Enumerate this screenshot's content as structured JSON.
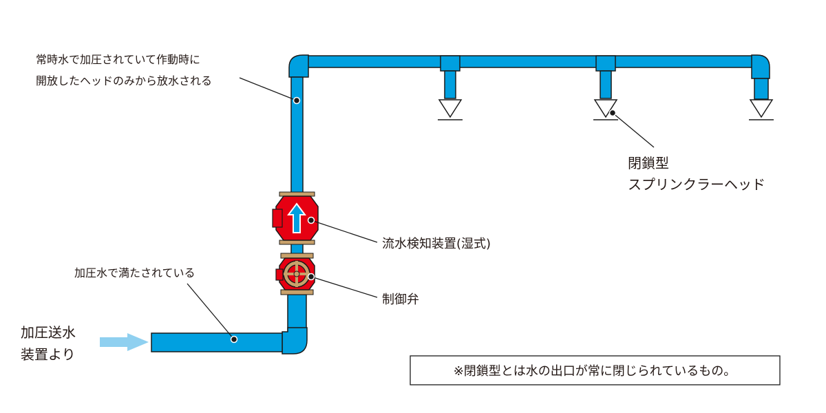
{
  "labels": {
    "pressurized_top_line1": "常時水で加圧されていて作動時に",
    "pressurized_top_line2": "開放したヘッドのみから放水される",
    "closed_head_line1": "閉鎖型",
    "closed_head_line2": "スプリンクラーヘッド",
    "flow_detector": "流水検知装置(湿式)",
    "pressurized_bottom": "加圧水で満たされている",
    "control_valve": "制御弁",
    "source_line1": "加圧送水",
    "source_line2": "装置より"
  },
  "note": "※閉鎖型とは水の出口が常に閉じられているもの。",
  "colors": {
    "pipe": "#00a0e0",
    "pipe_outline": "#1a1a1a",
    "valve_red": "#e60012",
    "valve_brass": "#c9a16a",
    "inflow_arrow": "#8fd0f0",
    "text": "#231815"
  },
  "icons": {
    "inflow": "arrow-right-icon",
    "flow_direction": "arrow-up-icon",
    "valve_handle": "handwheel-icon",
    "sprinkler_head": "sprinkler-head-icon"
  }
}
